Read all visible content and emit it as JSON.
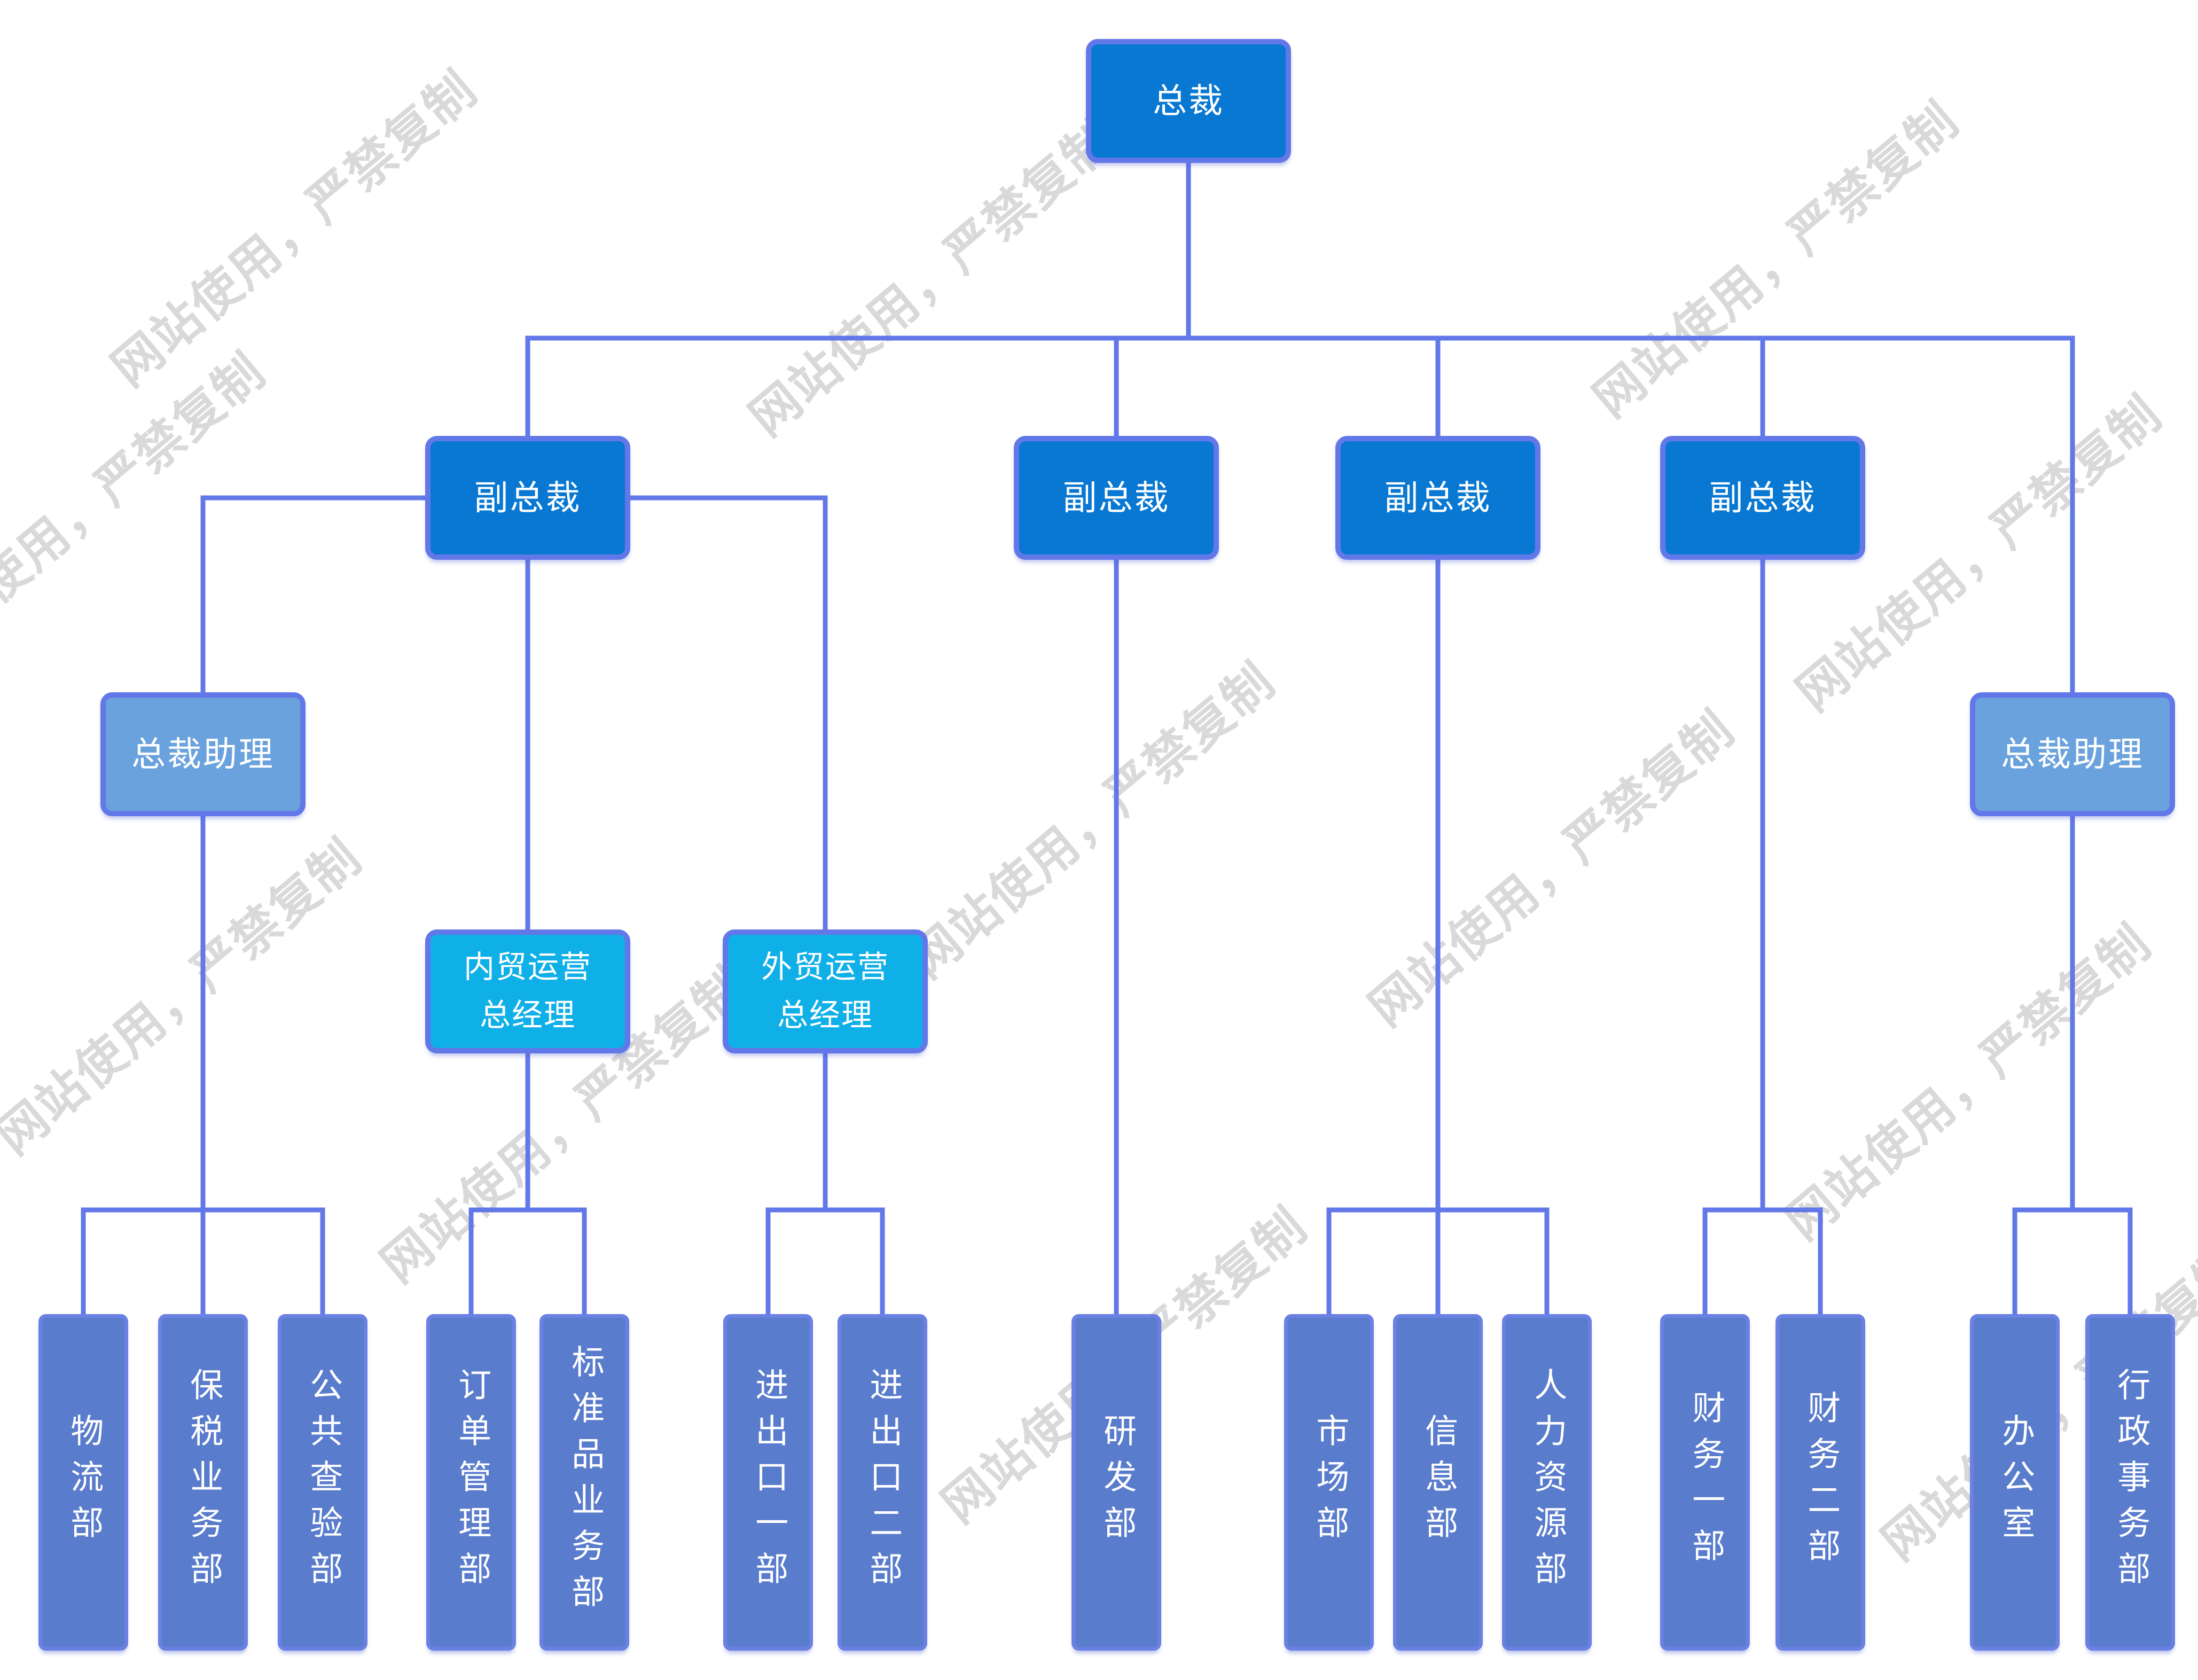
{
  "watermark": {
    "text": "网站使用，严禁复制"
  },
  "colors": {
    "background": "#ffffff",
    "executive_fill": "#0878d2",
    "assistant_fill": "#6aa2dd",
    "general_manager_fill": "#0fafe7",
    "department_fill": "#5a7ccd",
    "border_and_lines": "#6378e8",
    "label_text": "#ffffff",
    "watermark_text_color": "#d9d9d9"
  },
  "nodes": {
    "president": {
      "label": "总裁"
    },
    "vp1": {
      "label": "副总裁"
    },
    "vp2": {
      "label": "副总裁"
    },
    "vp3": {
      "label": "副总裁"
    },
    "vp4": {
      "label": "副总裁"
    },
    "assistant_left": {
      "label": "总裁助理"
    },
    "assistant_right": {
      "label": "总裁助理"
    },
    "gm_domestic": {
      "lines": [
        "内贸运营",
        "总经理"
      ]
    },
    "gm_foreign": {
      "lines": [
        "外贸运营",
        "总经理"
      ]
    }
  },
  "departments": [
    {
      "label": "物流部"
    },
    {
      "label": "保税业务部"
    },
    {
      "label": "公共查验部"
    },
    {
      "label": "订单管理部"
    },
    {
      "label": "标准品业务部"
    },
    {
      "label": "进出口一部"
    },
    {
      "label": "进出口二部"
    },
    {
      "label": "研发部"
    },
    {
      "label": "市场部"
    },
    {
      "label": "信息部"
    },
    {
      "label": "人力资源部"
    },
    {
      "label": "财务一部"
    },
    {
      "label": "财务二部"
    },
    {
      "label": "办公室"
    },
    {
      "label": "行政事务部"
    }
  ],
  "structure": [
    {
      "parent": "总裁",
      "children": [
        "副总裁",
        "副总裁",
        "副总裁",
        "副总裁",
        "总裁助理(右)"
      ]
    },
    {
      "parent": "副总裁(1)",
      "children": [
        "总裁助理(左)",
        "内贸运营总经理",
        "外贸运营总经理"
      ]
    },
    {
      "parent": "总裁助理(左)",
      "children": [
        "物流部",
        "保税业务部",
        "公共查验部"
      ]
    },
    {
      "parent": "内贸运营总经理",
      "children": [
        "订单管理部",
        "标准品业务部"
      ]
    },
    {
      "parent": "外贸运营总经理",
      "children": [
        "进出口一部",
        "进出口二部"
      ]
    },
    {
      "parent": "副总裁(2)",
      "children": [
        "研发部"
      ]
    },
    {
      "parent": "副总裁(3)",
      "children": [
        "市场部",
        "信息部",
        "人力资源部"
      ]
    },
    {
      "parent": "副总裁(4)",
      "children": [
        "财务一部",
        "财务二部"
      ]
    },
    {
      "parent": "总裁助理(右)",
      "children": [
        "办公室",
        "行政事务部"
      ]
    }
  ]
}
